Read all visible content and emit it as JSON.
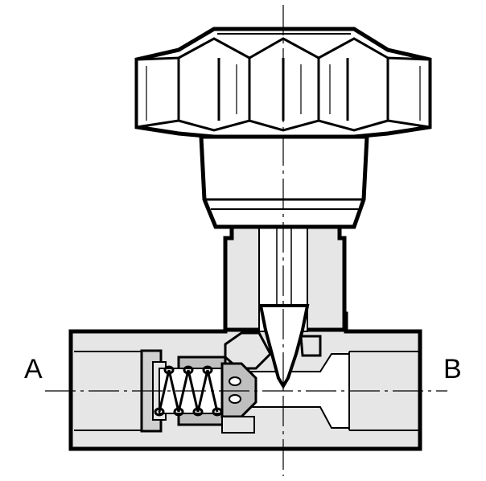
{
  "ports": {
    "inlet_label": "A",
    "outlet_label": "B"
  },
  "colors": {
    "line": "#000000",
    "body_fill": "#e6e6e6",
    "spring_fill": "#bfbfbf",
    "background": "#ffffff"
  },
  "components": [
    "handwheel-knob",
    "valve-stem-collar",
    "valve-bonnet",
    "valve-body",
    "needle-spindle",
    "check-valve-spring",
    "check-valve-poppet",
    "centerline"
  ]
}
